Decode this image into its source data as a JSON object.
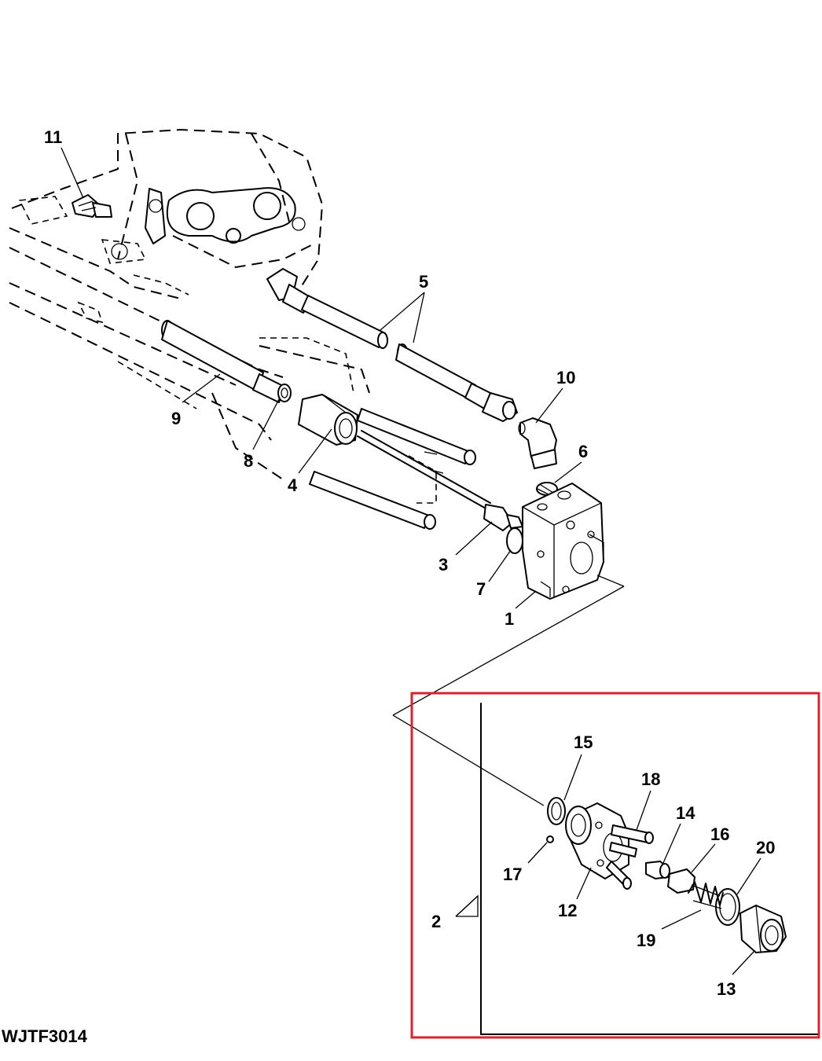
{
  "figure_code": "WJTF3014",
  "highlight_color": "#d9232d",
  "callouts": {
    "c1": "1",
    "c2": "2",
    "c3": "3",
    "c4": "4",
    "c5": "5",
    "c6": "6",
    "c7": "7",
    "c8": "8",
    "c9": "9",
    "c10": "10",
    "c11": "11",
    "c12": "12",
    "c13": "13",
    "c14": "14",
    "c15": "15",
    "c16": "16",
    "c17": "17",
    "c18": "18",
    "c19": "19",
    "c20": "20"
  }
}
